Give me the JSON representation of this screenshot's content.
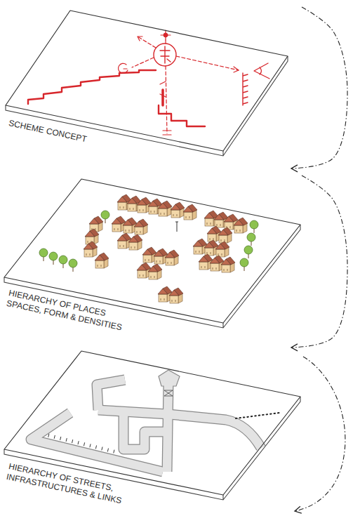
{
  "diagram": {
    "nodes": [
      {
        "text": [
          "SCHEME CONCEPT"
        ]
      },
      {
        "text": [
          "HIERARCHY OF PLACES SPACES, FORM & DENSITIES"
        ]
      },
      {
        "text": [
          "HIERARCHY OF STREETS, INFRASTRUCTURES & LINKS"
        ]
      }
    ],
    "edges": [
      {
        "from": 0,
        "to": 1,
        "arrow": "to"
      },
      {
        "from": 1,
        "to": 2,
        "arrow": "to"
      }
    ]
  }
}
